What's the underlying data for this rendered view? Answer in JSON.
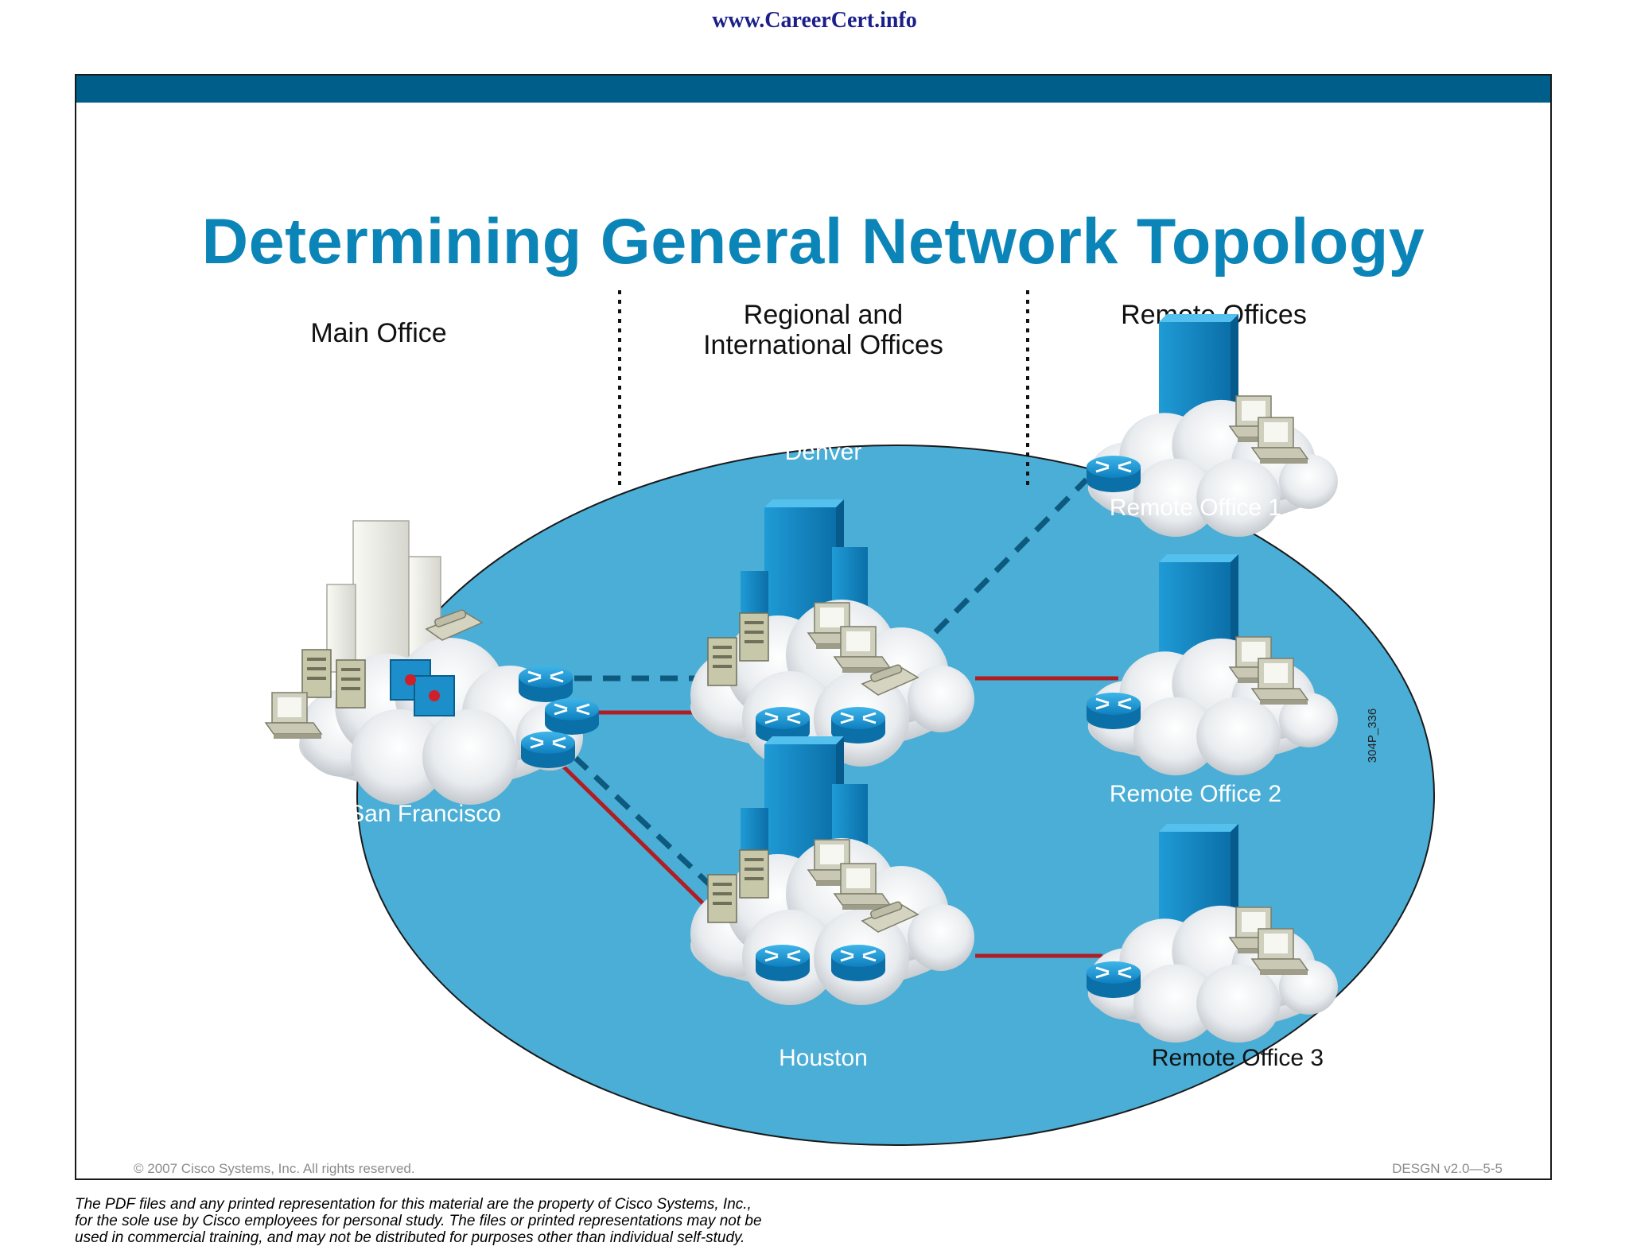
{
  "header": {
    "site_url": "www.CareerCert.info"
  },
  "slide": {
    "title": "Determining General Network Topology",
    "footer_left": "© 2007 Cisco Systems, Inc. All rights reserved.",
    "footer_right": "DESGN v2.0—5-5"
  },
  "diagram": {
    "regions": {
      "main": "Main Office",
      "regional_line1": "Regional and",
      "regional_line2": "International Offices",
      "remote": "Remote Offices"
    },
    "sites": {
      "san_francisco": "San Francisco",
      "denver": "Denver",
      "houston": "Houston",
      "remote1": "Remote Office 1",
      "remote2": "Remote Office 2",
      "remote3": "Remote Office 3"
    },
    "figure_id": "304P_336",
    "colors": {
      "ellipse": "#4aaed6",
      "wan_solid": "#b01e23",
      "wan_dashed": "#0d5a7e",
      "title": "#0b85b8"
    }
  },
  "disclaimer": {
    "line1": "The PDF files and any printed representation for this material are the property of Cisco Systems, Inc.,",
    "line2": "for the sole use by Cisco employees for personal study. The files or printed representations may not be",
    "line3": "used in commercial training, and may not be distributed for purposes other than individual self-study."
  }
}
